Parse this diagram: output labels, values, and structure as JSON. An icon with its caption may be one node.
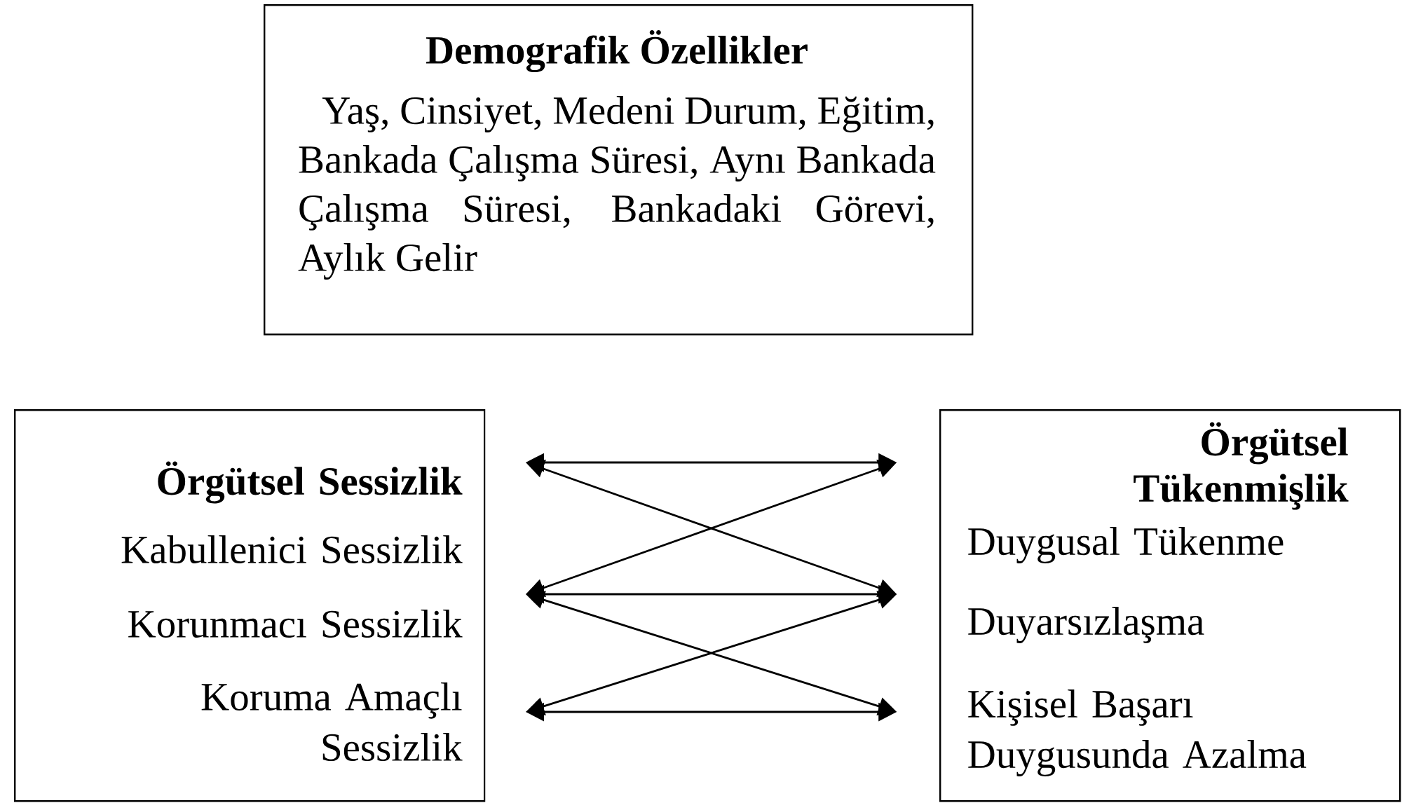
{
  "diagram": {
    "nodes": [
      {
        "text": [
          "Demografik Özellikler",
          "Yaş, Cinsiyet, Medeni Durum, Eğitim, Bankada Çalışma Süresi, Aynı Bankada Çalışma Süresi, Bankadaki Görevi, Aylık Gelir"
        ]
      },
      {
        "text": [
          "Örgütsel Sessizlik"
        ]
      },
      {
        "text": [
          "Kabullenici Sessizlik"
        ],
        "in": 1
      },
      {
        "text": [
          "Korunmacı Sessizlik"
        ],
        "in": 1
      },
      {
        "text": [
          "Koruma Amaçlı Sessizlik"
        ],
        "in": 1
      },
      {
        "text": [
          "Örgütsel Tükenmişlik"
        ]
      },
      {
        "text": [
          "Duygusal Tükenme"
        ],
        "in": 5
      },
      {
        "text": [
          "Duyarsızlaşma"
        ],
        "in": 5
      },
      {
        "text": [
          "Kişisel Başarı Duygusunda Azalma"
        ],
        "in": 5
      }
    ],
    "edges": [
      {
        "from": 2,
        "to": 6,
        "arrow": "both"
      },
      {
        "from": 2,
        "to": 7,
        "arrow": "both"
      },
      {
        "from": 3,
        "to": 6,
        "arrow": "both"
      },
      {
        "from": 3,
        "to": 7,
        "arrow": "both"
      },
      {
        "from": 3,
        "to": 8,
        "arrow": "both"
      },
      {
        "from": 4,
        "to": 7,
        "arrow": "both"
      },
      {
        "from": 4,
        "to": 8,
        "arrow": "both"
      }
    ]
  }
}
